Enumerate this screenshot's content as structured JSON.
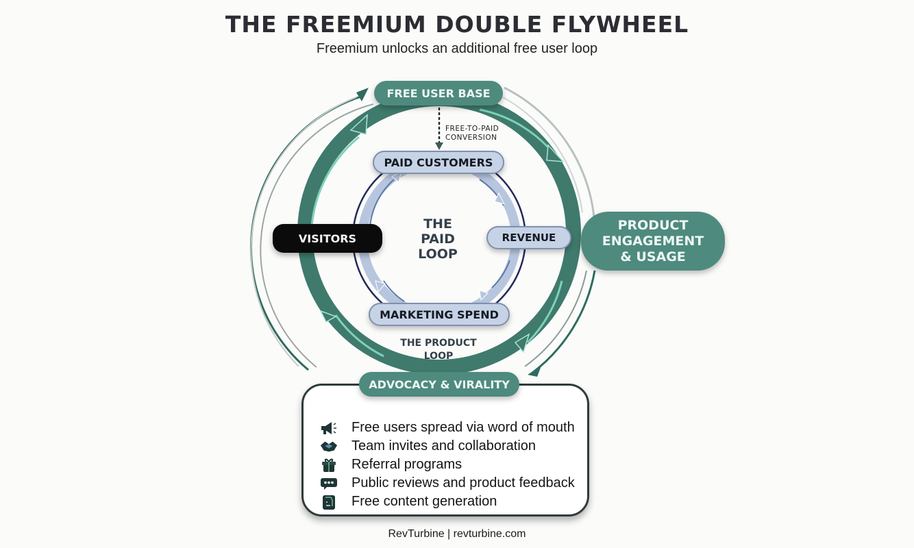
{
  "header": {
    "title": "THE FREEMIUM DOUBLE FLYWHEEL",
    "subtitle": "Freemium unlocks an additional free user loop"
  },
  "outer_loop": {
    "nodes": {
      "free_user_base": "FREE USER BASE",
      "product_engagement": [
        "PRODUCT",
        "ENGAGEMENT",
        "& USAGE"
      ],
      "advocacy_virality": "ADVOCACY & VIRALITY",
      "visitors": "VISITORS"
    },
    "label": [
      "THE PRODUCT",
      "LOOP"
    ],
    "conversion_label": [
      "FREE-TO-PAID",
      "CONVERSION"
    ]
  },
  "inner_loop": {
    "title": [
      "THE",
      "PAID",
      "LOOP"
    ],
    "nodes": {
      "paid_customers": "PAID CUSTOMERS",
      "revenue": "REVENUE",
      "marketing_spend": "MARKETING SPEND"
    }
  },
  "advocacy_list": [
    {
      "icon": "megaphone-icon",
      "text": "Free users spread via word of mouth"
    },
    {
      "icon": "handshake-icon",
      "text": "Team invites and collaboration"
    },
    {
      "icon": "gift-icon",
      "text": "Referral programs"
    },
    {
      "icon": "chat-bubble-icon",
      "text": "Public reviews and product feedback"
    },
    {
      "icon": "document-icon",
      "text": "Free content generation"
    }
  ],
  "footer": "RevTurbine | revturbine.com",
  "colors": {
    "teal": "#4e8a7e",
    "dark_teal": "#2f6b5f",
    "light_teal": "#7fd0b8",
    "blue_pill": "#c6d2e5",
    "navy_ring": "#232a5a",
    "black_pill": "#0b0b0b"
  }
}
